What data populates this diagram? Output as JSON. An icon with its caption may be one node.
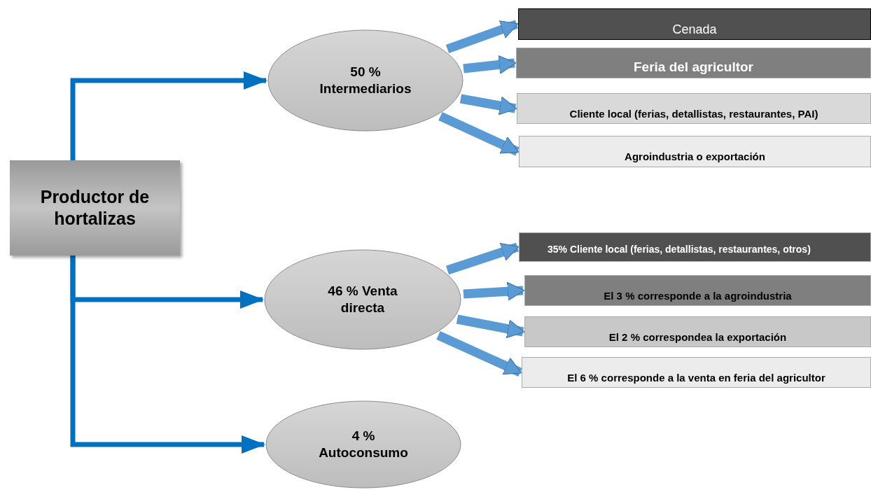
{
  "diagram": {
    "nodes": [
      {
        "text": [
          "Productor de hortalizas"
        ]
      },
      {
        "text": [
          "50 % Intermediarios"
        ]
      },
      {
        "text": [
          "46 % Venta directa"
        ]
      },
      {
        "text": [
          "4 % Autoconsumo"
        ]
      },
      {
        "text": [
          "Cenada"
        ]
      },
      {
        "text": [
          "Feria del agricultor"
        ]
      },
      {
        "text": [
          "Cliente local (ferias, detallistas, restaurantes, PAI)"
        ]
      },
      {
        "text": [
          "Agroindustria o exportación"
        ]
      },
      {
        "text": [
          "35% Cliente local (ferias, detallistas, restaurantes, otros)"
        ]
      },
      {
        "text": [
          "El 3 % corresponde a la agroindustria"
        ]
      },
      {
        "text": [
          "El 2 % correspondea la exportación"
        ]
      },
      {
        "text": [
          "El 6 % corresponde a la venta en feria del agricultor"
        ]
      }
    ],
    "edges": [
      {
        "from": 0,
        "to": 1,
        "arrow": "to",
        "color": "#0070c0"
      },
      {
        "from": 0,
        "to": 2,
        "arrow": "to",
        "color": "#0070c0"
      },
      {
        "from": 0,
        "to": 3,
        "arrow": "to",
        "color": "#0070c0"
      },
      {
        "from": 1,
        "to": 4,
        "arrow": "to"
      },
      {
        "from": 1,
        "to": 5,
        "arrow": "to"
      },
      {
        "from": 1,
        "to": 6,
        "arrow": "to"
      },
      {
        "from": 1,
        "to": 7,
        "arrow": "to"
      },
      {
        "from": 2,
        "to": 8,
        "arrow": "to"
      },
      {
        "from": 2,
        "to": 9,
        "arrow": "to"
      },
      {
        "from": 2,
        "to": 10,
        "arrow": "to"
      },
      {
        "from": 2,
        "to": 11,
        "arrow": "to"
      }
    ]
  }
}
